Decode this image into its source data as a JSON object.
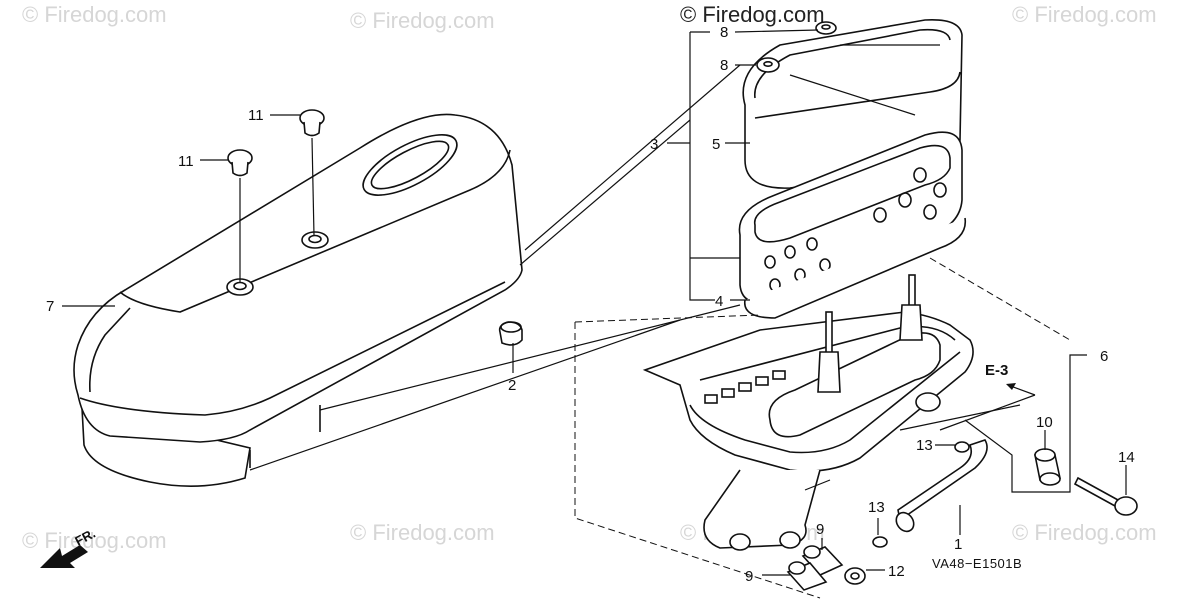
{
  "watermarks": {
    "w1": "© Firedog.com",
    "w2": "© Firedog.com",
    "w3": "© Firedog.com",
    "w4": "© Firedog.com",
    "w5": "© Firedog.com",
    "w6": "© Firedog.com",
    "w7": "© Firedog.com",
    "main": "© Firedog.com"
  },
  "callouts": {
    "c1": "1",
    "c2": "2",
    "c3": "3",
    "c4": "4",
    "c5": "5",
    "c6": "6",
    "c7": "7",
    "c8a": "8",
    "c8b": "8",
    "c9a": "9",
    "c9b": "9",
    "c10": "10",
    "c11a": "11",
    "c11b": "11",
    "c12": "12",
    "c13a": "13",
    "c13b": "13",
    "c14": "14"
  },
  "reference": "E-3",
  "direction": "FR.",
  "diagram_code": "VA48−E1501B"
}
